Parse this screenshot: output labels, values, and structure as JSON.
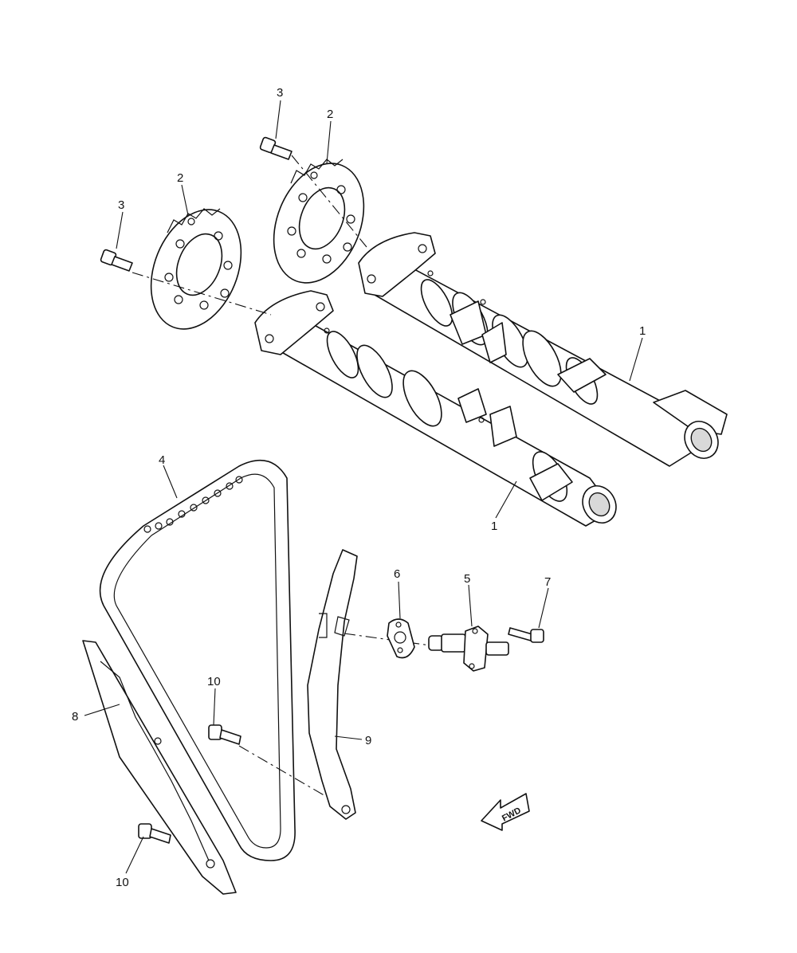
{
  "callouts": [
    {
      "id": "c1a",
      "text": "1"
    },
    {
      "id": "c1b",
      "text": "1"
    },
    {
      "id": "c2a",
      "text": "2"
    },
    {
      "id": "c2b",
      "text": "2"
    },
    {
      "id": "c3a",
      "text": "3"
    },
    {
      "id": "c3b",
      "text": "3"
    },
    {
      "id": "c4",
      "text": "4"
    },
    {
      "id": "c5",
      "text": "5"
    },
    {
      "id": "c6",
      "text": "6"
    },
    {
      "id": "c7",
      "text": "7"
    },
    {
      "id": "c8",
      "text": "8"
    },
    {
      "id": "c9",
      "text": "9"
    },
    {
      "id": "c10a",
      "text": "10"
    },
    {
      "id": "c10b",
      "text": "10"
    }
  ],
  "direction_marker": {
    "text": "FWD",
    "icon": "forward-arrow-icon"
  }
}
